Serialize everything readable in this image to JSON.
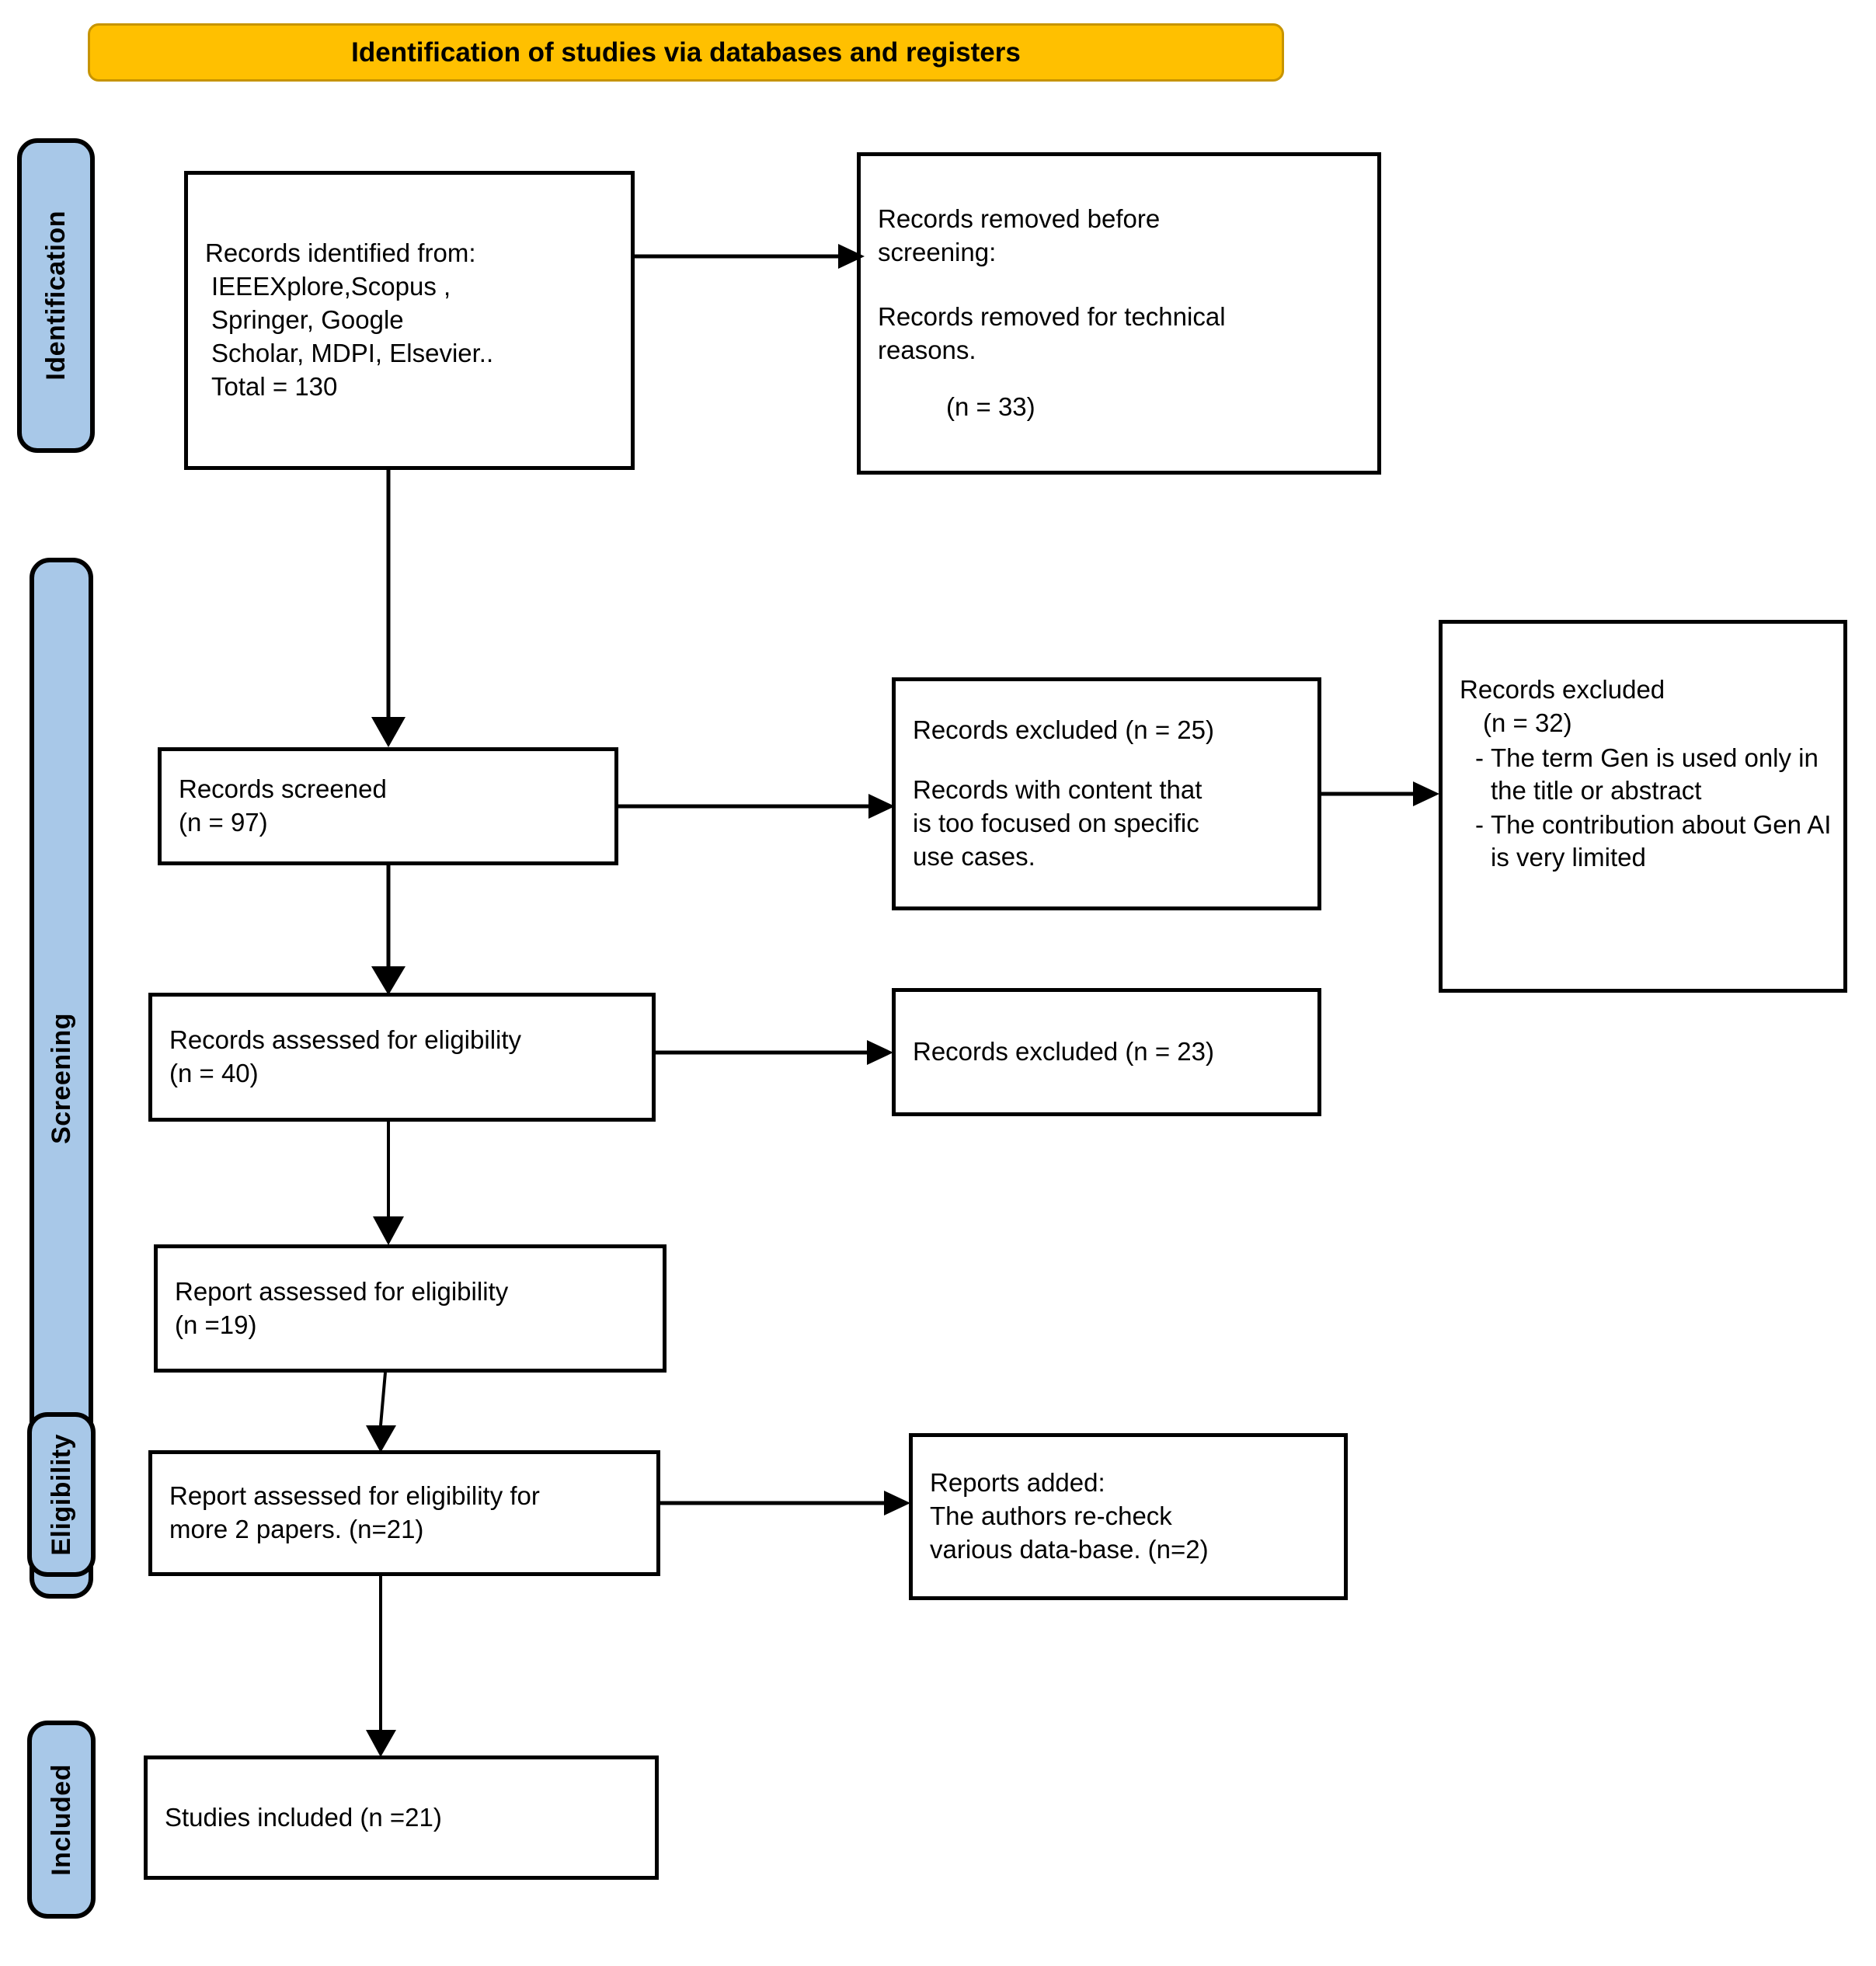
{
  "header": {
    "title": "Identification of studies via databases and registers",
    "background_color": "#FFC000",
    "border_color": "#C79400"
  },
  "stages": [
    {
      "id": "identification",
      "label": "Identification"
    },
    {
      "id": "screening",
      "label": "Screening"
    },
    {
      "id": "eligibility",
      "label": "Eligibility"
    },
    {
      "id": "included",
      "label": "Included"
    }
  ],
  "stage_bar_color": "#A8C8E8",
  "boxes": {
    "records_identified": {
      "line1": "Records identified from:",
      "line2": "IEEEXplore,Scopus ,",
      "line3": "Springer, Google",
      "line4": "Scholar, MDPI, Elsevier..",
      "line5": "Total = 130"
    },
    "records_removed": {
      "line1": "Records removed before",
      "line2": "screening:",
      "line3": "Records removed for technical",
      "line4": "reasons.",
      "count": "(n = 33)"
    },
    "records_screened": {
      "line1": "Records screened",
      "line2": "(n = 97)"
    },
    "records_excluded_25": {
      "line1": "Records excluded (n = 25)",
      "line2": "Records with content that",
      "line3": "is too focused on specific",
      "line4": "use cases."
    },
    "records_excluded_32": {
      "line1": "Records excluded",
      "line2": "(n = 32)",
      "bullets": [
        {
          "marker": "-",
          "text": "The term Gen is used only in the title or abstract"
        },
        {
          "marker": "-",
          "text": "The contribution about Gen AI is very limited"
        }
      ]
    },
    "records_assessed_40": {
      "line1": "Records assessed for eligibility",
      "line2": "(n = 40)"
    },
    "records_excluded_23": {
      "line1": "Records excluded (n = 23)"
    },
    "report_assessed_19": {
      "line1": "Report assessed for eligibility",
      "line2": "(n =19)"
    },
    "report_assessed_21": {
      "line1": "Report assessed for eligibility for",
      "line2": "more 2 papers. (n=21)"
    },
    "reports_added": {
      "line1": "Reports added:",
      "line2": "The authors re-check",
      "line3": "various data-base. (n=2)"
    },
    "studies_included": {
      "line1": "Studies included (n =21)"
    }
  },
  "chart_data": {
    "type": "diagram",
    "title": "Identification of studies via databases and registers",
    "nodes": [
      {
        "id": "records_identified",
        "stage": "Identification",
        "label": "Records identified from: IEEEXplore,Scopus , Springer, Google Scholar, MDPI, Elsevier.. Total = 130",
        "value": 130
      },
      {
        "id": "records_removed",
        "stage": "Identification",
        "label": "Records removed before screening: Records removed for technical reasons.",
        "value": 33
      },
      {
        "id": "records_screened",
        "stage": "Screening",
        "label": "Records screened",
        "value": 97
      },
      {
        "id": "records_excluded_25",
        "stage": "Screening",
        "label": "Records excluded / Records with content that is too focused on specific use cases.",
        "value": 25
      },
      {
        "id": "records_excluded_32",
        "stage": "Screening",
        "label": "Records excluded",
        "value": 32
      },
      {
        "id": "records_assessed_40",
        "stage": "Screening",
        "label": "Records assessed for eligibility",
        "value": 40
      },
      {
        "id": "records_excluded_23",
        "stage": "Screening",
        "label": "Records excluded",
        "value": 23
      },
      {
        "id": "report_assessed_19",
        "stage": "Screening",
        "label": "Report assessed for eligibility",
        "value": 19
      },
      {
        "id": "report_assessed_21",
        "stage": "Eligibility",
        "label": "Report assessed for eligibility for more 2 papers.",
        "value": 21
      },
      {
        "id": "reports_added",
        "stage": "Eligibility",
        "label": "Reports added: The authors re-check various data-base.",
        "value": 2
      },
      {
        "id": "studies_included",
        "stage": "Included",
        "label": "Studies included",
        "value": 21
      }
    ],
    "edges": [
      {
        "from": "records_identified",
        "to": "records_removed",
        "direction": "right"
      },
      {
        "from": "records_identified",
        "to": "records_screened",
        "direction": "down"
      },
      {
        "from": "records_screened",
        "to": "records_excluded_25",
        "direction": "right"
      },
      {
        "from": "records_excluded_25",
        "to": "records_excluded_32",
        "direction": "right"
      },
      {
        "from": "records_screened",
        "to": "records_assessed_40",
        "direction": "down"
      },
      {
        "from": "records_assessed_40",
        "to": "records_excluded_23",
        "direction": "right"
      },
      {
        "from": "records_assessed_40",
        "to": "report_assessed_19",
        "direction": "down"
      },
      {
        "from": "report_assessed_19",
        "to": "report_assessed_21",
        "direction": "down"
      },
      {
        "from": "report_assessed_21",
        "to": "reports_added",
        "direction": "right"
      },
      {
        "from": "report_assessed_21",
        "to": "studies_included",
        "direction": "down"
      }
    ]
  }
}
